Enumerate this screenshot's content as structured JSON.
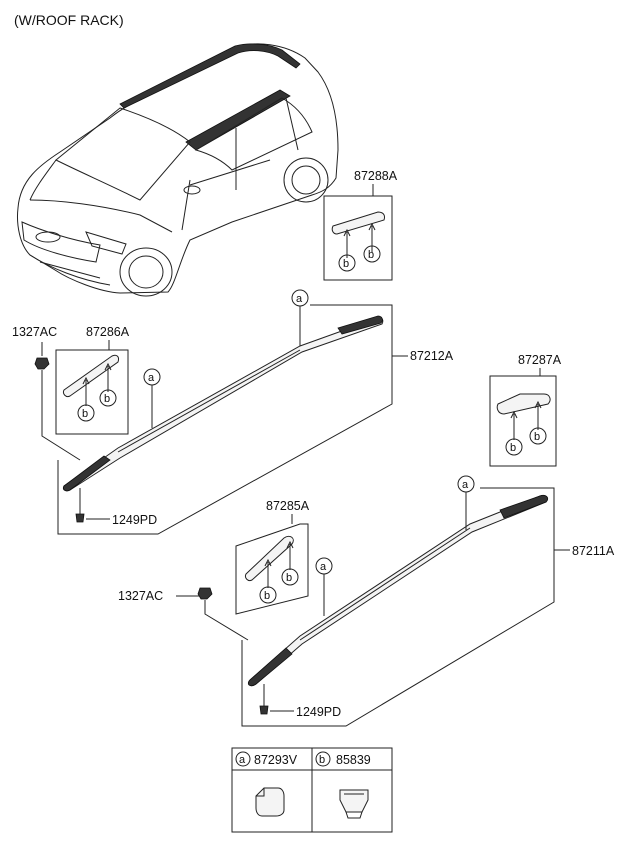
{
  "header": {
    "title": "(W/ROOF RACK)"
  },
  "markers": {
    "a": "a",
    "b": "b"
  },
  "parts": {
    "p87288A": "87288A",
    "p87286A": "87286A",
    "p1327AC_top": "1327AC",
    "p87212A": "87212A",
    "p87287A": "87287A",
    "p1249PD_top": "1249PD",
    "p87285A": "87285A",
    "p87211A": "87211A",
    "p1327AC_bottom": "1327AC",
    "p1249PD_bottom": "1249PD"
  },
  "legend": {
    "a_code": "87293V",
    "b_code": "85839"
  }
}
